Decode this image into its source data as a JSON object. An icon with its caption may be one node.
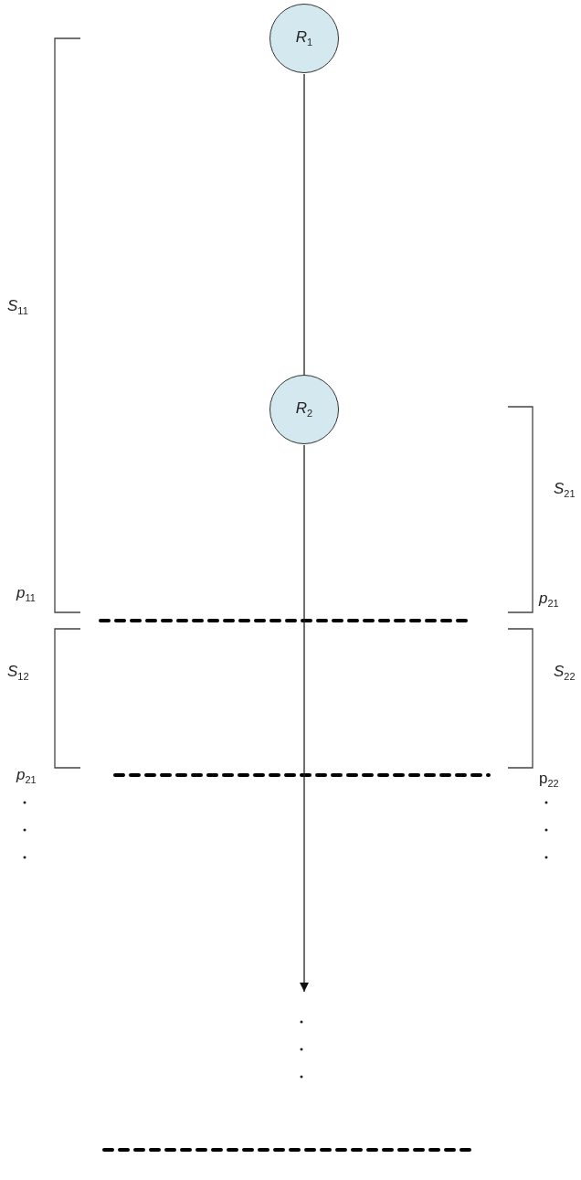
{
  "diagram": {
    "nodes": [
      {
        "text": [
          "*R*$_{1}$"
        ]
      },
      {
        "text": [
          "*R*$_{2}$"
        ]
      }
    ],
    "edges": [
      {
        "from": 0,
        "to": 1,
        "arrow": "none"
      },
      {
        "from": 1,
        "to": null,
        "arrow": "to"
      }
    ],
    "labels": [
      "*S*$_{11}$",
      "*S*$_{21}$",
      "*p*$_{11}$",
      "*p*$_{21}$",
      "*S*$_{12}$",
      "*S*$_{22}$",
      "*p*$_{21}$",
      "p$_{22}$"
    ]
  }
}
